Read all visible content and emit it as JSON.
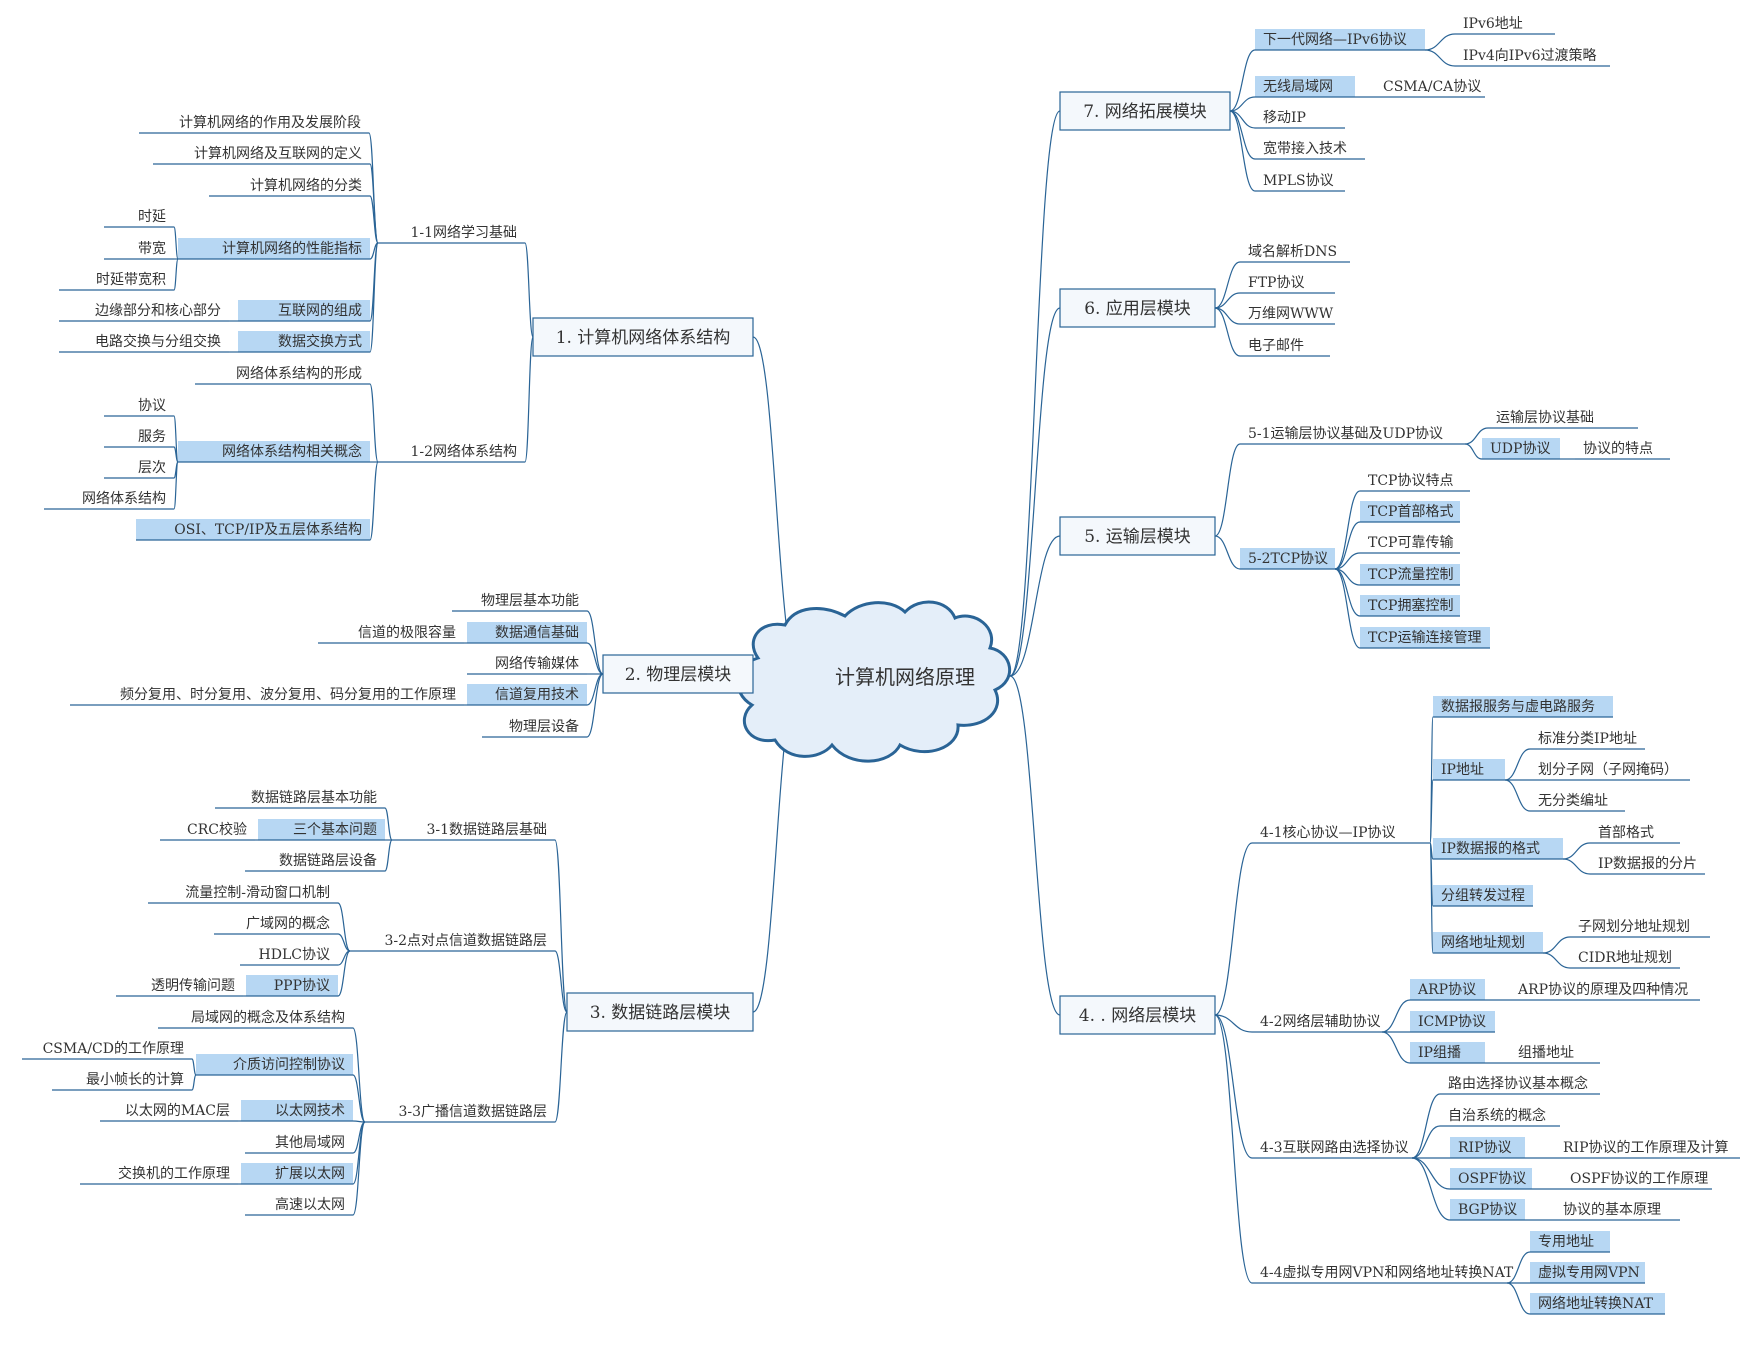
{
  "root": "计算机网络原理",
  "modules": [
    {
      "label": "1. 计算机网络体系结构",
      "subs": [
        {
          "label": "1-1网络学习基础",
          "children": [
            {
              "label": "计算机网络的作用及发展阶段"
            },
            {
              "label": "计算机网络及互联网的定义"
            },
            {
              "label": "计算机网络的分类"
            },
            {
              "label": "计算机网络的性能指标",
              "children": [
                {
                  "label": "时延"
                },
                {
                  "label": "带宽"
                },
                {
                  "label": "时延带宽积"
                }
              ]
            },
            {
              "label": "互联网的组成",
              "children": [
                {
                  "label": "边缘部分和核心部分"
                }
              ]
            },
            {
              "label": "数据交换方式",
              "children": [
                {
                  "label": "电路交换与分组交换"
                }
              ]
            }
          ]
        },
        {
          "label": "1-2网络体系结构",
          "children": [
            {
              "label": "网络体系结构的形成"
            },
            {
              "label": "网络体系结构相关概念",
              "children": [
                {
                  "label": "协议"
                },
                {
                  "label": "服务"
                },
                {
                  "label": "层次"
                },
                {
                  "label": "网络体系结构"
                }
              ]
            },
            {
              "label": "OSI、TCP/IP及五层体系结构"
            }
          ]
        }
      ]
    },
    {
      "label": "2. 物理层模块",
      "subs": [
        {
          "label": "物理层基本功能"
        },
        {
          "label": "数据通信基础",
          "children": [
            {
              "label": "信道的极限容量"
            }
          ]
        },
        {
          "label": "网络传输媒体"
        },
        {
          "label": "信道复用技术",
          "children": [
            {
              "label": "频分复用、时分复用、波分复用、码分复用的工作原理"
            }
          ]
        },
        {
          "label": "物理层设备"
        }
      ]
    },
    {
      "label": "3. 数据链路层模块",
      "subs": [
        {
          "label": "3-1数据链路层基础",
          "children": [
            {
              "label": "数据链路层基本功能"
            },
            {
              "label": "三个基本问题",
              "children": [
                {
                  "label": "CRC校验"
                }
              ]
            },
            {
              "label": "数据链路层设备"
            }
          ]
        },
        {
          "label": "3-2点对点信道数据链路层",
          "children": [
            {
              "label": "流量控制-滑动窗口机制"
            },
            {
              "label": "广域网的概念"
            },
            {
              "label": "HDLC协议"
            },
            {
              "label": "PPP协议",
              "children": [
                {
                  "label": "透明传输问题"
                }
              ]
            }
          ]
        },
        {
          "label": "3-3广播信道数据链路层",
          "children": [
            {
              "label": "局域网的概念及体系结构"
            },
            {
              "label": "介质访问控制协议",
              "children": [
                {
                  "label": "CSMA/CD的工作原理"
                },
                {
                  "label": "最小帧长的计算"
                }
              ]
            },
            {
              "label": "以太网技术",
              "children": [
                {
                  "label": "以太网的MAC层"
                }
              ]
            },
            {
              "label": "其他局域网"
            },
            {
              "label": "扩展以太网",
              "children": [
                {
                  "label": "交换机的工作原理"
                }
              ]
            },
            {
              "label": "高速以太网"
            }
          ]
        }
      ]
    },
    {
      "label": "7. 网络拓展模块",
      "subs": [
        {
          "label": "下一代网络—IPv6协议",
          "children": [
            {
              "label": "IPv6地址"
            },
            {
              "label": "IPv4向IPv6过渡策略"
            }
          ]
        },
        {
          "label": "无线局域网",
          "children": [
            {
              "label": "CSMA/CA协议"
            }
          ]
        },
        {
          "label": "移动IP"
        },
        {
          "label": "宽带接入技术"
        },
        {
          "label": "MPLS协议"
        }
      ]
    },
    {
      "label": "6. 应用层模块",
      "subs": [
        {
          "label": "域名解析DNS"
        },
        {
          "label": "FTP协议"
        },
        {
          "label": "万维网WWW"
        },
        {
          "label": "电子邮件"
        }
      ]
    },
    {
      "label": "5. 运输层模块",
      "subs": [
        {
          "label": "5-1运输层协议基础及UDP协议",
          "children": [
            {
              "label": "运输层协议基础"
            },
            {
              "label": "UDP协议",
              "children": [
                {
                  "label": "协议的特点"
                }
              ]
            }
          ]
        },
        {
          "label": "5-2TCP协议",
          "children": [
            {
              "label": "TCP协议特点"
            },
            {
              "label": "TCP首部格式"
            },
            {
              "label": "TCP可靠传输"
            },
            {
              "label": "TCP流量控制"
            },
            {
              "label": "TCP拥塞控制"
            },
            {
              "label": "TCP运输连接管理"
            }
          ]
        }
      ]
    },
    {
      "label": "4. . 网络层模块",
      "subs": [
        {
          "label": "4-1核心协议—IP协议",
          "children": [
            {
              "label": "数据报服务与虚电路服务"
            },
            {
              "label": "IP地址",
              "children": [
                {
                  "label": "标准分类IP地址"
                },
                {
                  "label": "划分子网（子网掩码）"
                },
                {
                  "label": "无分类编址"
                }
              ]
            },
            {
              "label": "IP数据报的格式",
              "children": [
                {
                  "label": "首部格式"
                },
                {
                  "label": "IP数据报的分片"
                }
              ]
            },
            {
              "label": "分组转发过程"
            },
            {
              "label": "网络地址规划",
              "children": [
                {
                  "label": "子网划分地址规划"
                },
                {
                  "label": "CIDR地址规划"
                }
              ]
            }
          ]
        },
        {
          "label": "4-2网络层辅助协议",
          "children": [
            {
              "label": "ARP协议",
              "children": [
                {
                  "label": "ARP协议的原理及四种情况"
                }
              ]
            },
            {
              "label": "ICMP协议"
            },
            {
              "label": "IP组播",
              "children": [
                {
                  "label": "组播地址"
                }
              ]
            }
          ]
        },
        {
          "label": "4-3互联网路由选择协议",
          "children": [
            {
              "label": "路由选择协议基本概念"
            },
            {
              "label": "自治系统的概念"
            },
            {
              "label": "RIP协议",
              "children": [
                {
                  "label": "RIP协议的工作原理及计算"
                }
              ]
            },
            {
              "label": "OSPF协议",
              "children": [
                {
                  "label": "OSPF协议的工作原理"
                }
              ]
            },
            {
              "label": "BGP协议",
              "children": [
                {
                  "label": "协议的基本原理"
                }
              ]
            }
          ]
        },
        {
          "label": "4-4虚拟专用网VPN和网络地址转换NAT",
          "children": [
            {
              "label": "专用地址"
            },
            {
              "label": "虚拟专用网VPN"
            },
            {
              "label": "网络地址转换NAT"
            }
          ]
        }
      ]
    }
  ]
}
